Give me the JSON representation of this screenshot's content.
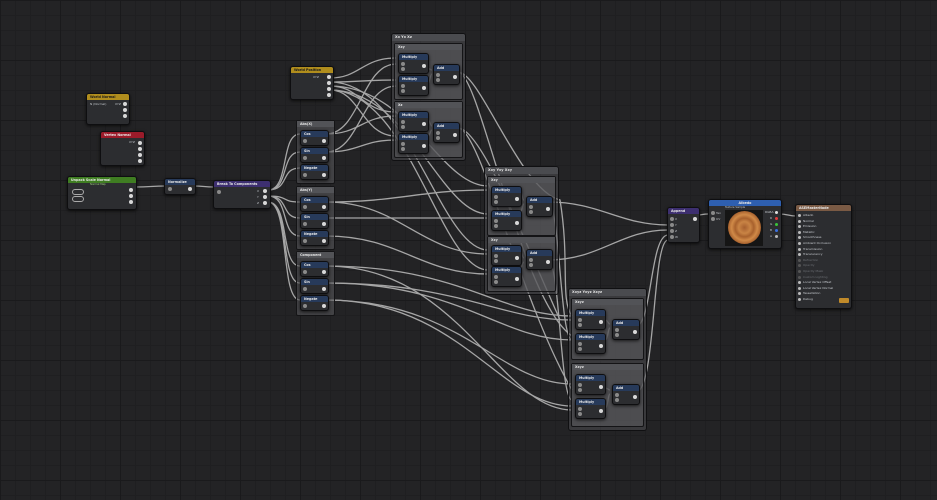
{
  "nodes": {
    "world_normal": {
      "title": "World Normal",
      "row": "N (Normal)",
      "out": "XYZ"
    },
    "vertex_normal": {
      "title": "Vertex Normal",
      "out": "XYZ"
    },
    "unpack": {
      "title": "Unpack Scale Normal",
      "subtitle": "Normal Map"
    },
    "normalize": {
      "title": "Normalize"
    },
    "break": {
      "title": "Break To Components"
    },
    "world_position": {
      "title": "World Position",
      "out": "XYZ"
    },
    "abs_x": {
      "title": "Abs(X)"
    },
    "abs_y": {
      "title": "Abs(Y)"
    },
    "abs_z": {
      "title": "Component"
    },
    "append": {
      "title": "Append"
    },
    "albedo": {
      "title": "Albedo",
      "subtitle": "Texture Sample",
      "tex": "Tex",
      "uv": "UV",
      "channels": [
        "RGBA",
        "R",
        "G",
        "B",
        "A"
      ]
    },
    "master": {
      "title": "ASEMasterNode",
      "rows": [
        "Albedo",
        "Normal",
        "Emission",
        "Metallic",
        "Smoothness",
        "Ambient Occlusion",
        "Transmission",
        "Translucency",
        "Refraction",
        "Opacity",
        "Opacity Mask",
        "Custom Lighting",
        "Local Vertex Offset",
        "Local Vertex Normal",
        "Tessellation",
        "Debug"
      ]
    }
  },
  "pins": {
    "x": "X",
    "y": "Y",
    "z": "Z",
    "w": "W",
    "a": "A",
    "b": "B"
  },
  "ops": {
    "cos": "Cos",
    "sin": "Sin",
    "neg": "Negate",
    "mul": "Multiply",
    "add": "Add"
  },
  "groups": {
    "g1": {
      "title": "Xx Yx Xz",
      "a": "Xxy",
      "b": "Xz"
    },
    "g2": {
      "title": "Xxy Yxy Xxy",
      "a": "Xxy",
      "b": "Xxy"
    },
    "g3": {
      "title": "Xxyz Yxyz Xxyz",
      "a": "Xxyz",
      "b": "Xxyz"
    }
  },
  "colors": {
    "wire": "#c9c9c9",
    "accent_yellow": "#b08d1d",
    "accent_red": "#9b1b2a",
    "accent_green": "#3f7d22",
    "accent_blue": "#2e5fb0"
  }
}
